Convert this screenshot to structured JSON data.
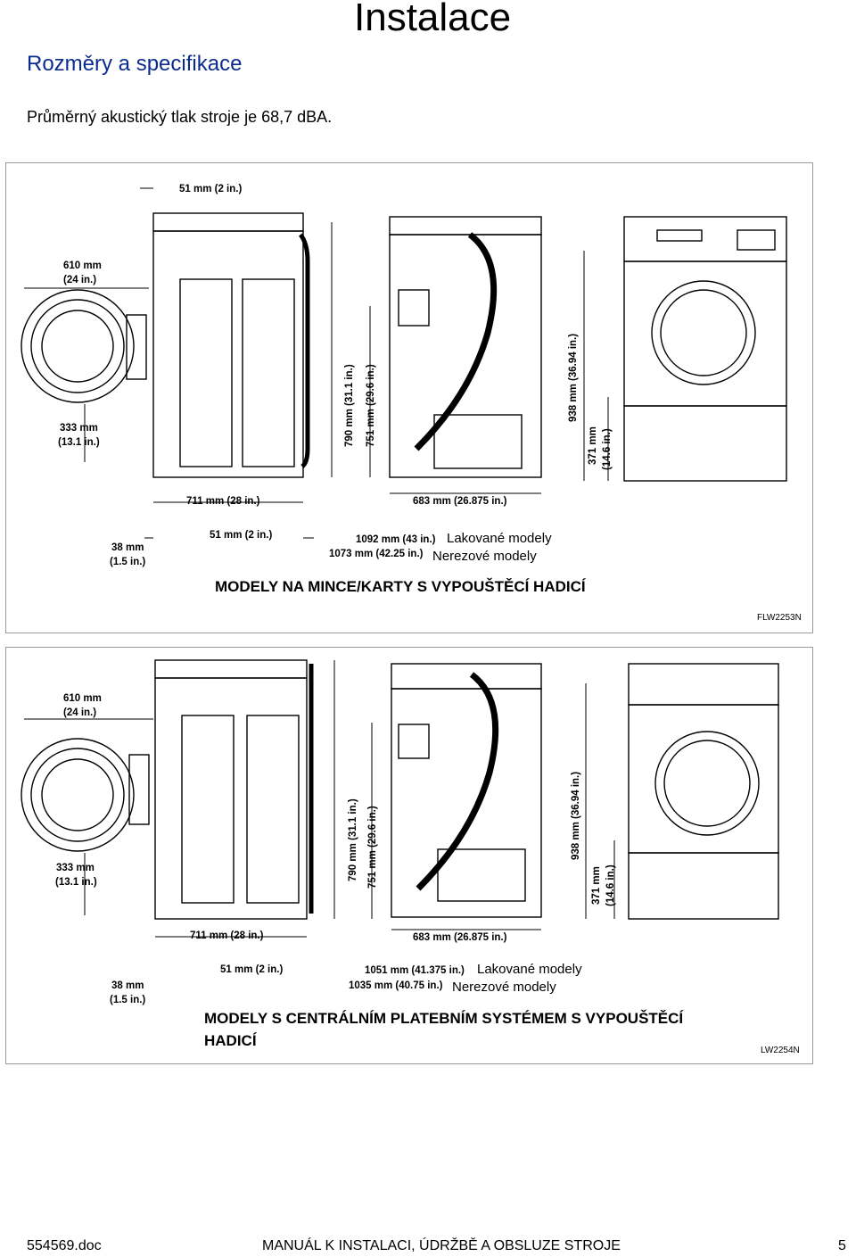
{
  "header": {
    "page_title": "Instalace"
  },
  "section": {
    "title": "Rozměry a specifikace",
    "intro": "Průměrný akustický tlak stroje je 68,7 dBA."
  },
  "figure1": {
    "dims": {
      "top_width": "51 mm (2 in.)",
      "depth": "610 mm",
      "depth_in": "(24 in.)",
      "door_height": "333 mm",
      "door_height_in": "(13.1 in.)",
      "side_width": "711 mm (28 in.)",
      "clearance_mm": "38 mm",
      "clearance_in": "(1.5 in.)",
      "bottom_offset": "51 mm (2 in.)",
      "height_top": "790 mm (31.1 in.)",
      "height_mid": "751 mm (29.6 in.)",
      "back_width": "683 mm (26.875 in.)",
      "total_height": "938 mm (36.94 in.)",
      "base_height": "371 mm",
      "base_height_in": "(14.6 in.)",
      "width_painted": "1092 mm (43 in.)",
      "width_stainless": "1073 mm (42.25 in.)"
    },
    "painted_label": "Lakované modely",
    "stainless_label": "Nerezové modely",
    "caption": "MODELY NA MINCE/KARTY S VYPOUŠTĚCÍ HADICÍ",
    "code": "FLW2253N"
  },
  "figure2": {
    "dims": {
      "depth": "610 mm",
      "depth_in": "(24 in.)",
      "door_height": "333 mm",
      "door_height_in": "(13.1 in.)",
      "side_width": "711 mm (28 in.)",
      "clearance_mm": "38 mm",
      "clearance_in": "(1.5 in.)",
      "bottom_offset": "51 mm (2 in.)",
      "height_top": "790 mm (31.1 in.)",
      "height_mid": "751 mm (29.6 in.)",
      "back_width": "683 mm (26.875 in.)",
      "total_height": "938 mm (36.94 in.)",
      "base_height": "371 mm",
      "base_height_in": "(14.6 in.)",
      "width_painted": "1051 mm (41.375 in.)",
      "width_stainless": "1035 mm (40.75 in.)"
    },
    "painted_label": "Lakované modely",
    "stainless_label": "Nerezové modely",
    "caption_line1": "MODELY S CENTRÁLNÍM PLATEBNÍM SYSTÉMEM S VYPOUŠTĚCÍ",
    "caption_line2": "HADICÍ",
    "code": "LW2254N"
  },
  "footer": {
    "doc_number": "554569.doc",
    "manual_title": "MANUÁL K INSTALACI, ÚDRŽBĚ A OBSLUZE STROJE",
    "page_number": "5"
  }
}
